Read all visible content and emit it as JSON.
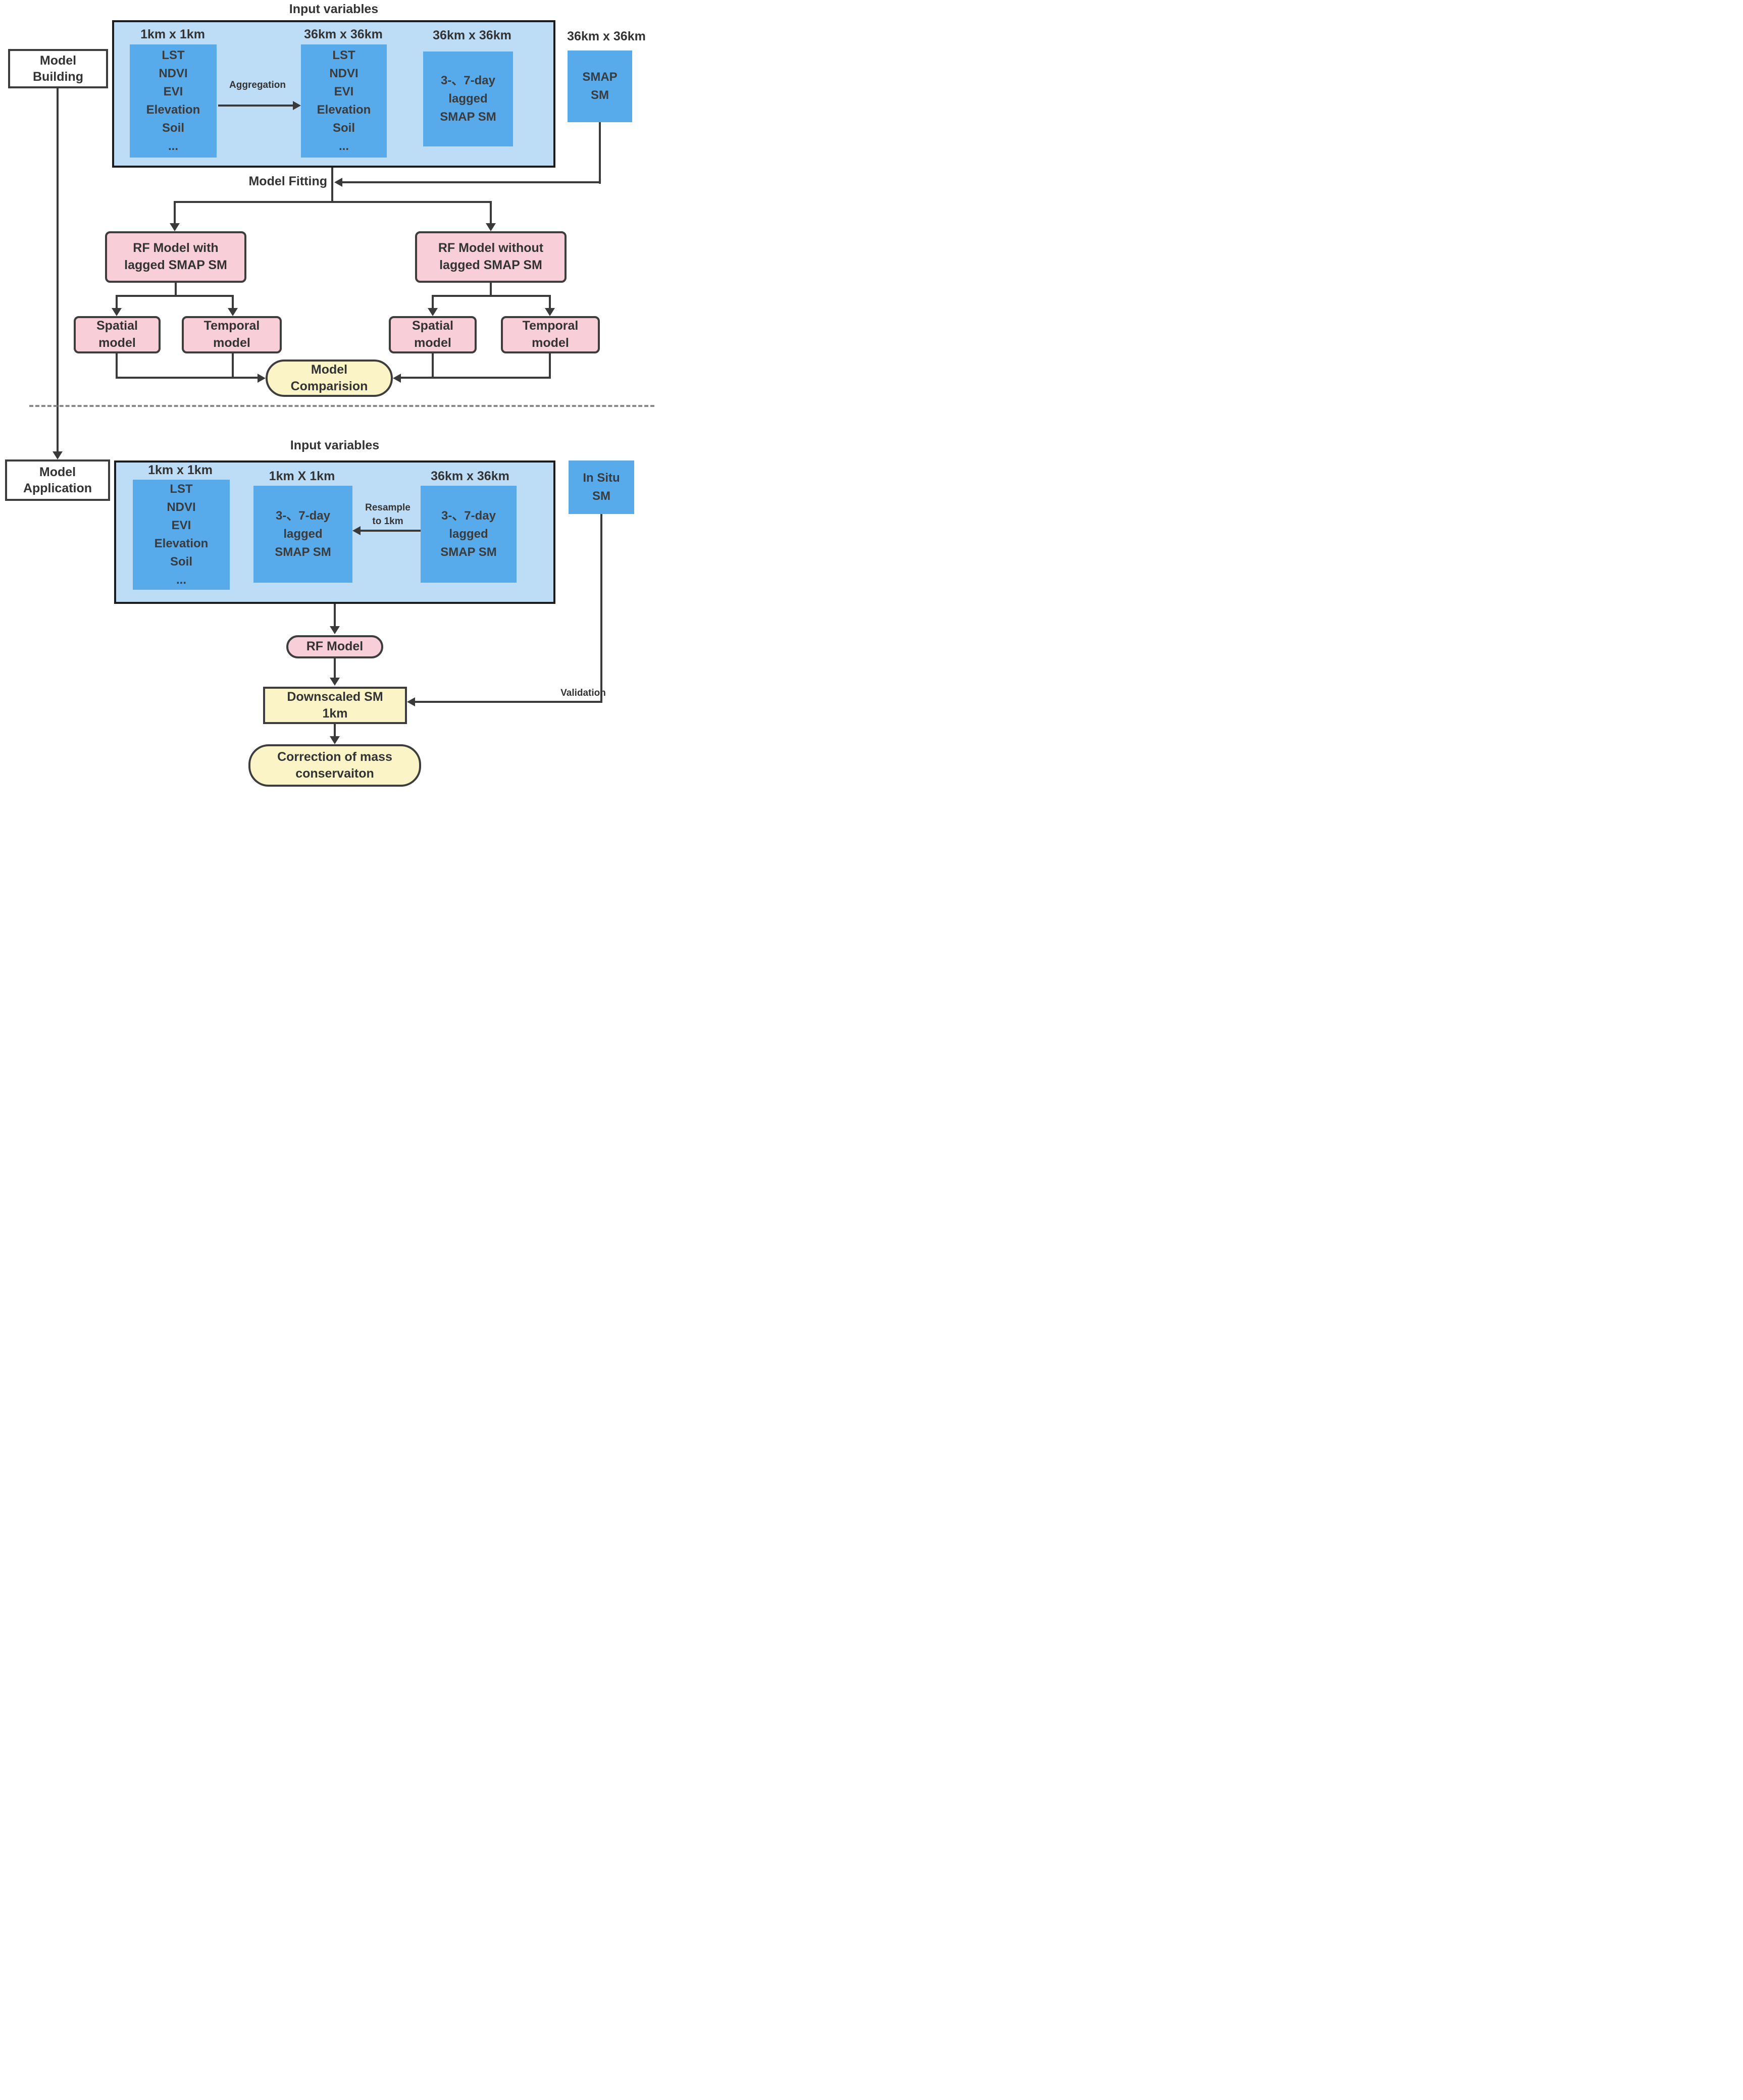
{
  "top": {
    "title": "Input variables",
    "model_building": "Model\nBuilding",
    "group1": {
      "label": "1km x 1km",
      "vars": "LST\nNDVI\nEVI\nElevation\nSoil\n..."
    },
    "aggregation": "Aggregation",
    "group2": {
      "label": "36km x 36km",
      "vars": "LST\nNDVI\nEVI\nElevation\nSoil\n..."
    },
    "group3": {
      "label": "36km x 36km",
      "text": "3-、7-day\nlagged\nSMAP SM"
    },
    "smap_label": "36km x 36km",
    "smap_text": "SMAP\nSM",
    "model_fitting": "Model Fitting",
    "rf_with": "RF Model with\nlagged SMAP SM",
    "rf_without": "RF Model without\nlagged SMAP SM",
    "spatial": "Spatial\nmodel",
    "temporal": "Temporal\nmodel",
    "comparision": "Model\nComparision"
  },
  "bottom": {
    "title": "Input variables",
    "model_application": "Model\nApplication",
    "group1": {
      "label": "1km x 1km",
      "vars": "LST\nNDVI\nEVI\nElevation\nSoil\n..."
    },
    "group2": {
      "label": "1km X 1km",
      "text": "3-、7-day\nlagged\nSMAP SM"
    },
    "resample": "Resample\nto 1km",
    "group3": {
      "label": "36km x 36km",
      "text": "3-、7-day\nlagged\nSMAP SM"
    },
    "in_situ": "In Situ\nSM",
    "validation": "Validation",
    "rf_model": "RF Model",
    "downscaled": "Downscaled SM\n1km",
    "correction": "Correction of mass\nconservaiton"
  },
  "colors": {
    "panel_bg": "#BDDCF5",
    "data_box": "#57ABEA",
    "model_box": "#F8CFD8",
    "result_box": "#FAF4C7",
    "line": "#3A3A3A",
    "divider": "#8A8A8A"
  }
}
